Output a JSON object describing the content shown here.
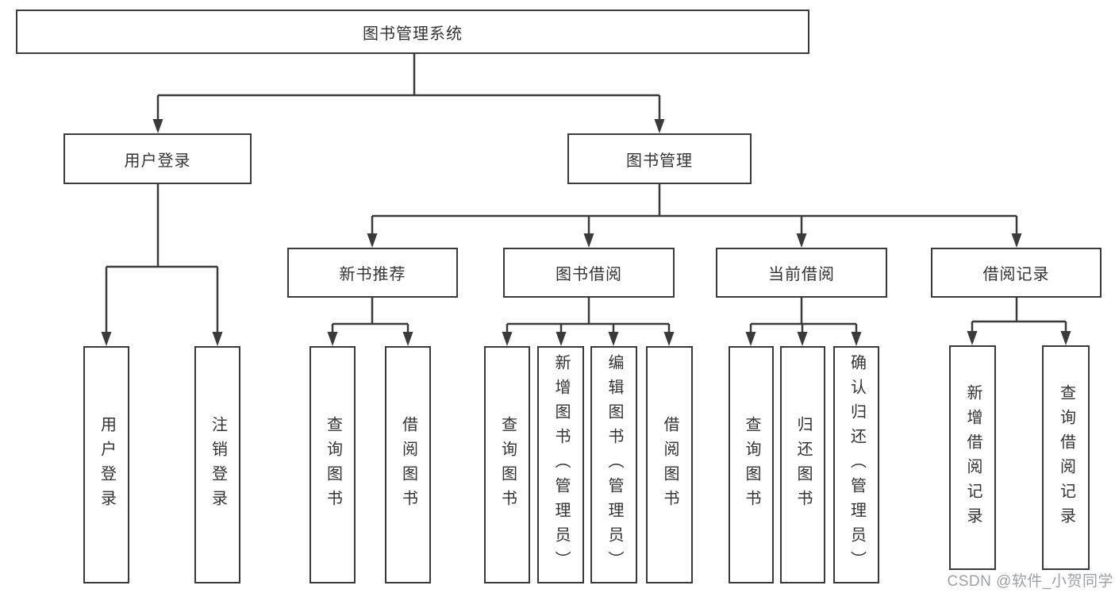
{
  "colors": {
    "line": "#3a3a3a",
    "text": "#333333",
    "watermark": "#9da0a6",
    "background": "#ffffff"
  },
  "watermark": {
    "text": "CSDN @软件_小贺同学"
  },
  "tree": {
    "root": {
      "label": "图书管理系统"
    },
    "branches": [
      {
        "label": "用户登录",
        "children": [
          {
            "label": "用户登录"
          },
          {
            "label": "注销登录"
          }
        ]
      },
      {
        "label": "图书管理",
        "children": [
          {
            "label": "新书推荐",
            "children": [
              {
                "label": "查询图书"
              },
              {
                "label": "借阅图书"
              }
            ]
          },
          {
            "label": "图书借阅",
            "children": [
              {
                "label": "查询图书"
              },
              {
                "label": "新增图书（管理员）"
              },
              {
                "label": "编辑图书（管理员）"
              },
              {
                "label": "借阅图书"
              }
            ]
          },
          {
            "label": "当前借阅",
            "children": [
              {
                "label": "查询图书"
              },
              {
                "label": "归还图书"
              },
              {
                "label": "确认归还（管理员）"
              }
            ]
          },
          {
            "label": "借阅记录",
            "children": [
              {
                "label": "新增借阅记录"
              },
              {
                "label": "查询借阅记录"
              }
            ]
          }
        ]
      }
    ]
  }
}
